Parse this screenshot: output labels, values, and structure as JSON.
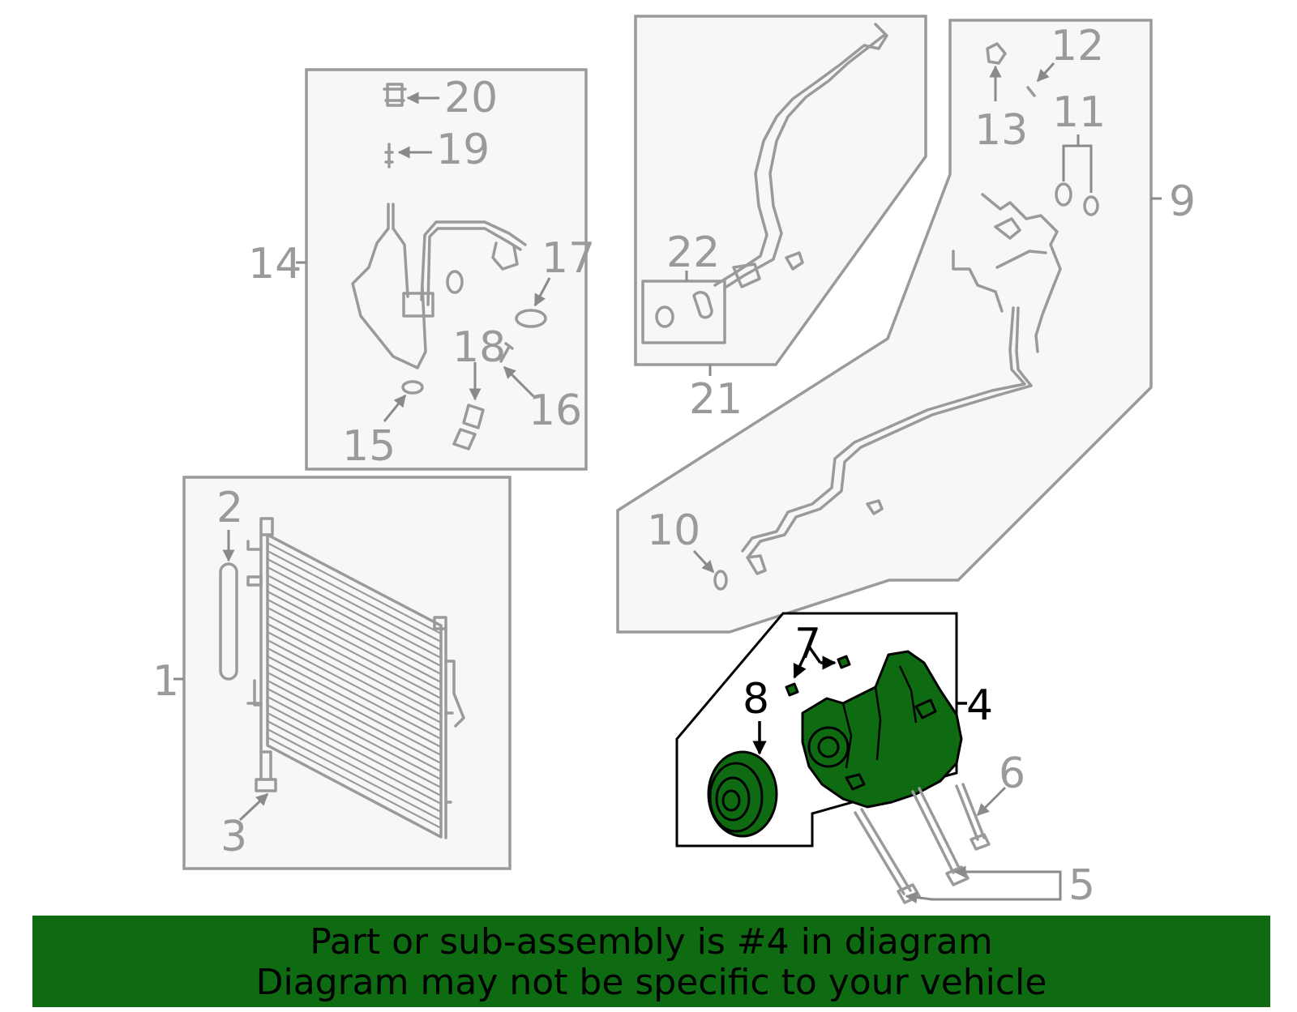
{
  "diagram": {
    "labels": {
      "c1": "1",
      "c2": "2",
      "c3": "3",
      "c4": "4",
      "c5": "5",
      "c6": "6",
      "c7": "7",
      "c8": "8",
      "c9": "9",
      "c10": "10",
      "c11": "11",
      "c12": "12",
      "c13": "13",
      "c14": "14",
      "c15": "15",
      "c16": "16",
      "c17": "17",
      "c18": "18",
      "c19": "19",
      "c20": "20",
      "c21": "21",
      "c22": "22"
    },
    "highlight_part": "4",
    "highlight_color": "#0f6b12",
    "outline_color": "#9a9a9a"
  },
  "banner": {
    "line1": "Part or sub-assembly is #4 in diagram",
    "line2": "Diagram may not be specific to your vehicle",
    "background": "#0f6b12"
  }
}
